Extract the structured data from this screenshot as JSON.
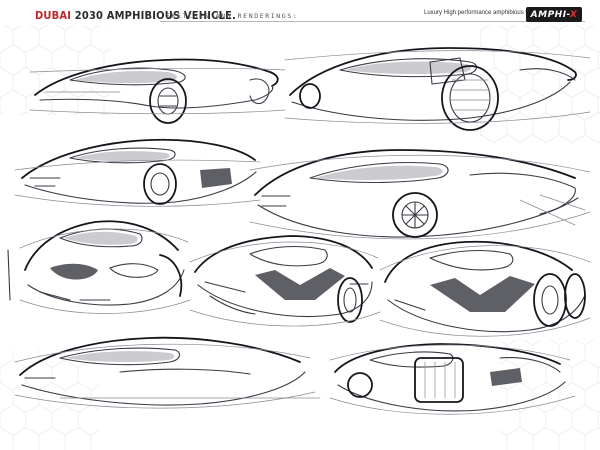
{
  "header": {
    "title_city": "DUBAI",
    "title_rest": " 2030 AMPHIBIOUS VEHICLE.",
    "subtitle": "SKETCHES AND RENDERINGS:",
    "tagline": "Luxury High performance amphibious vehicle",
    "logo_main": "AMPHI-",
    "logo_accent": "X"
  },
  "colors": {
    "accent_red": "#c0282b",
    "ink": "#2a2a2a",
    "logo_bg": "#1a1a1a"
  },
  "sketches": [
    "side-view-top-left",
    "side-view-top-right",
    "side-view-middle-left",
    "side-view-middle-right",
    "front-three-quarter-left",
    "front-view-center",
    "front-view-right",
    "side-view-bottom-left",
    "rear-three-quarter-bottom-right"
  ]
}
